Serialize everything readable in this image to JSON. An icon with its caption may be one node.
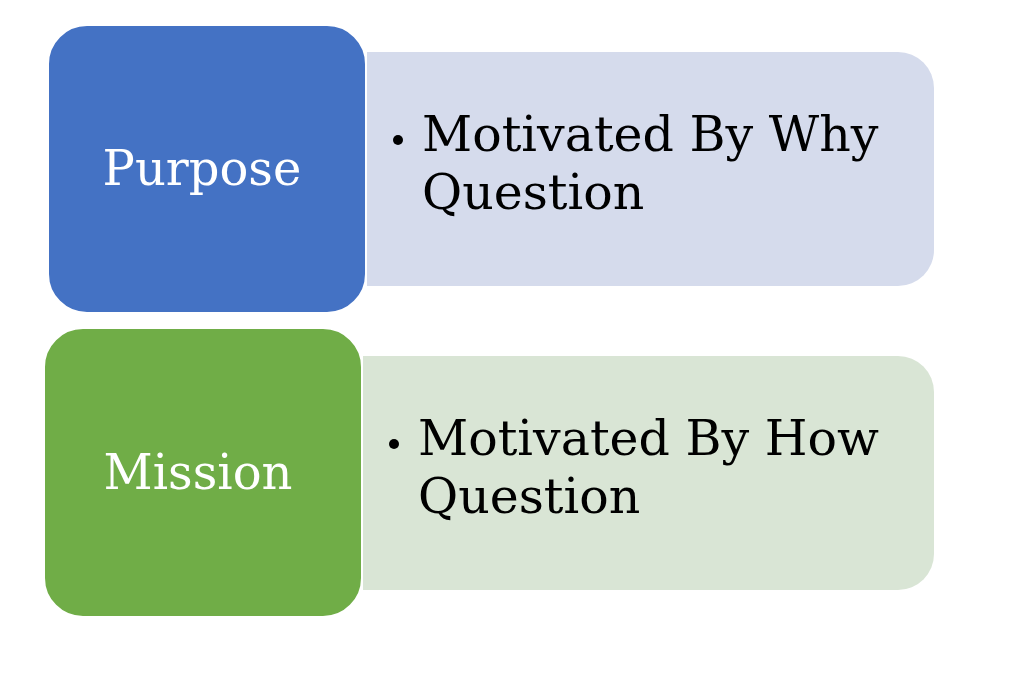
{
  "diagram": {
    "nodes": [
      {
        "text": [
          "Purpose"
        ]
      },
      {
        "text": [
          "Motivated By Why Question"
        ]
      },
      {
        "text": [
          "Mission"
        ]
      },
      {
        "text": [
          "Motivated By How Question"
        ]
      }
    ]
  }
}
